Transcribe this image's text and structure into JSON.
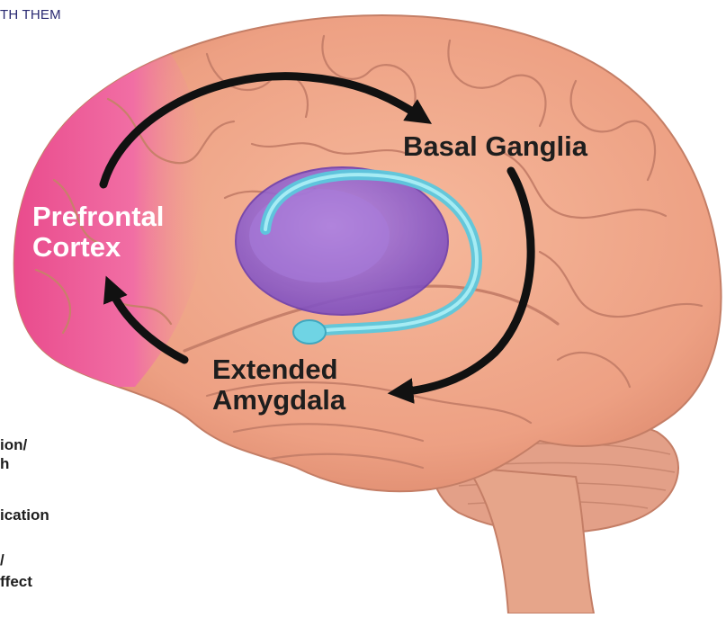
{
  "header": {
    "text": "TH THEM"
  },
  "labels": {
    "prefrontal_line1": "Prefrontal",
    "prefrontal_line2": "Cortex",
    "basal_ganglia": "Basal Ganglia",
    "amygdala_line1": "Extended",
    "amygdala_line2": "Amygdala"
  },
  "legend_fragments": [
    "ion/",
    "h",
    "ication",
    "/",
    "ffect"
  ],
  "colors": {
    "brain": "#f0a58a",
    "prefrontal": "#ea5c95",
    "basal_ganglia_purple": "#9b66d2",
    "caudate_cyan": "#62d0e2",
    "arrow": "#111111"
  }
}
